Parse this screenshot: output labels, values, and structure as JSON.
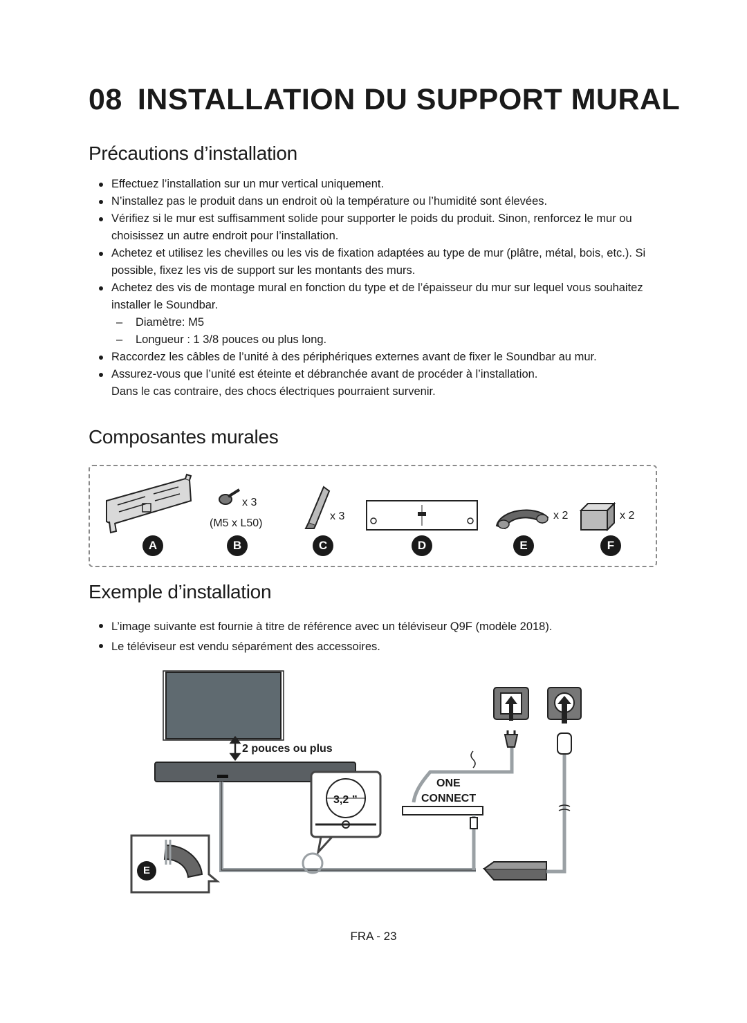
{
  "chapter": {
    "number": "08",
    "title": "INSTALLATION DU SUPPORT MURAL"
  },
  "precautions": {
    "heading": "Précautions d’installation",
    "items": [
      "Effectuez l’installation sur un mur vertical uniquement.",
      "N’installez pas le produit dans un endroit où la température ou l’humidité sont élevées.",
      "Vérifiez si le mur est suffisamment solide pour supporter le poids du produit. Sinon, renforcez le mur ou choisissez un autre endroit pour l’installation.",
      "Achetez et utilisez les chevilles ou les vis de fixation adaptées au type de mur (plâtre, métal, bois, etc.). Si possible, fixez les vis de support sur les montants des murs.",
      "Achetez des vis de montage mural en fonction du type et de l’épaisseur du mur sur lequel vous souhaitez installer le Soundbar.",
      "Diamètre: M5",
      "Longueur : 1 3/8 pouces ou plus long.",
      "Raccordez les câbles de l’unité à des périphériques externes avant de fixer le Soundbar au mur.",
      "Assurez-vous que l’unité est éteinte et débranchée avant de procéder à l’installation.",
      "Dans le cas contraire, des chocs électriques pourraient survenir."
    ]
  },
  "components": {
    "heading": "Composantes murales",
    "letters": [
      "A",
      "B",
      "C",
      "D",
      "E",
      "F"
    ],
    "qty_b": "x 3",
    "screw_size": "(M5 x L50)",
    "qty_c": "x 3",
    "qty_e": "x 2",
    "qty_f": "x 2"
  },
  "example": {
    "heading": "Exemple d’installation",
    "items": [
      "L’image suivante est fournie à titre de référence avec un téléviseur Q9F (modèle 2018).",
      "Le téléviseur est vendu séparément des accessoires."
    ],
    "gap_label": "2 pouces ou plus",
    "diameter_label": "3,2 ”",
    "one_connect_line1": "ONE",
    "one_connect_line2": "CONNECT",
    "cover_letter": "E"
  },
  "footer": {
    "page": "FRA - 23"
  },
  "colors": {
    "text": "#1a1a1a",
    "tv_screen": "#5f6a70",
    "cable": "#9aa0a4",
    "bar": "#5a5f63"
  }
}
